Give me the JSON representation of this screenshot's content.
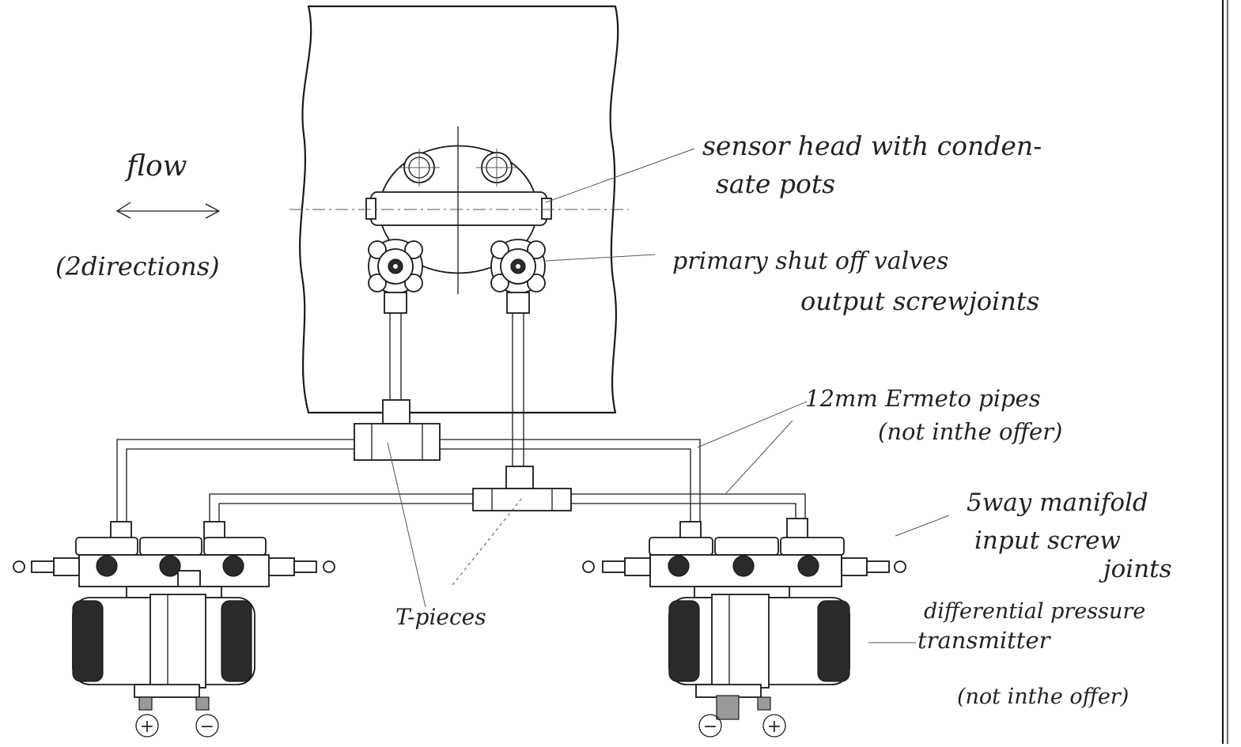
{
  "labels": {
    "flow": "flow",
    "directions": "(2directions)",
    "sensor_head_line1": "sensor head with conden-",
    "sensor_head_line2": "sate pots",
    "valves_line1": "primary shut off valves",
    "valves_line2": "output screwjoints",
    "pipes_line1": "12mm Ermeto pipes",
    "pipes_line2": "(not inthe offer)",
    "manifold_line1": "5way manifold",
    "manifold_line2": "input screw",
    "manifold_line3": "joints",
    "transmitter_line1": "differential pressure",
    "transmitter_line2": "transmitter",
    "transmitter_line3": "(not inthe offer)",
    "tpieces": "T-pieces",
    "left_plus": "+",
    "left_minus": "−",
    "right_minus": "−",
    "right_plus": "+"
  },
  "colors": {
    "ink": "#1a1a1a",
    "paper": "#ffffff"
  }
}
